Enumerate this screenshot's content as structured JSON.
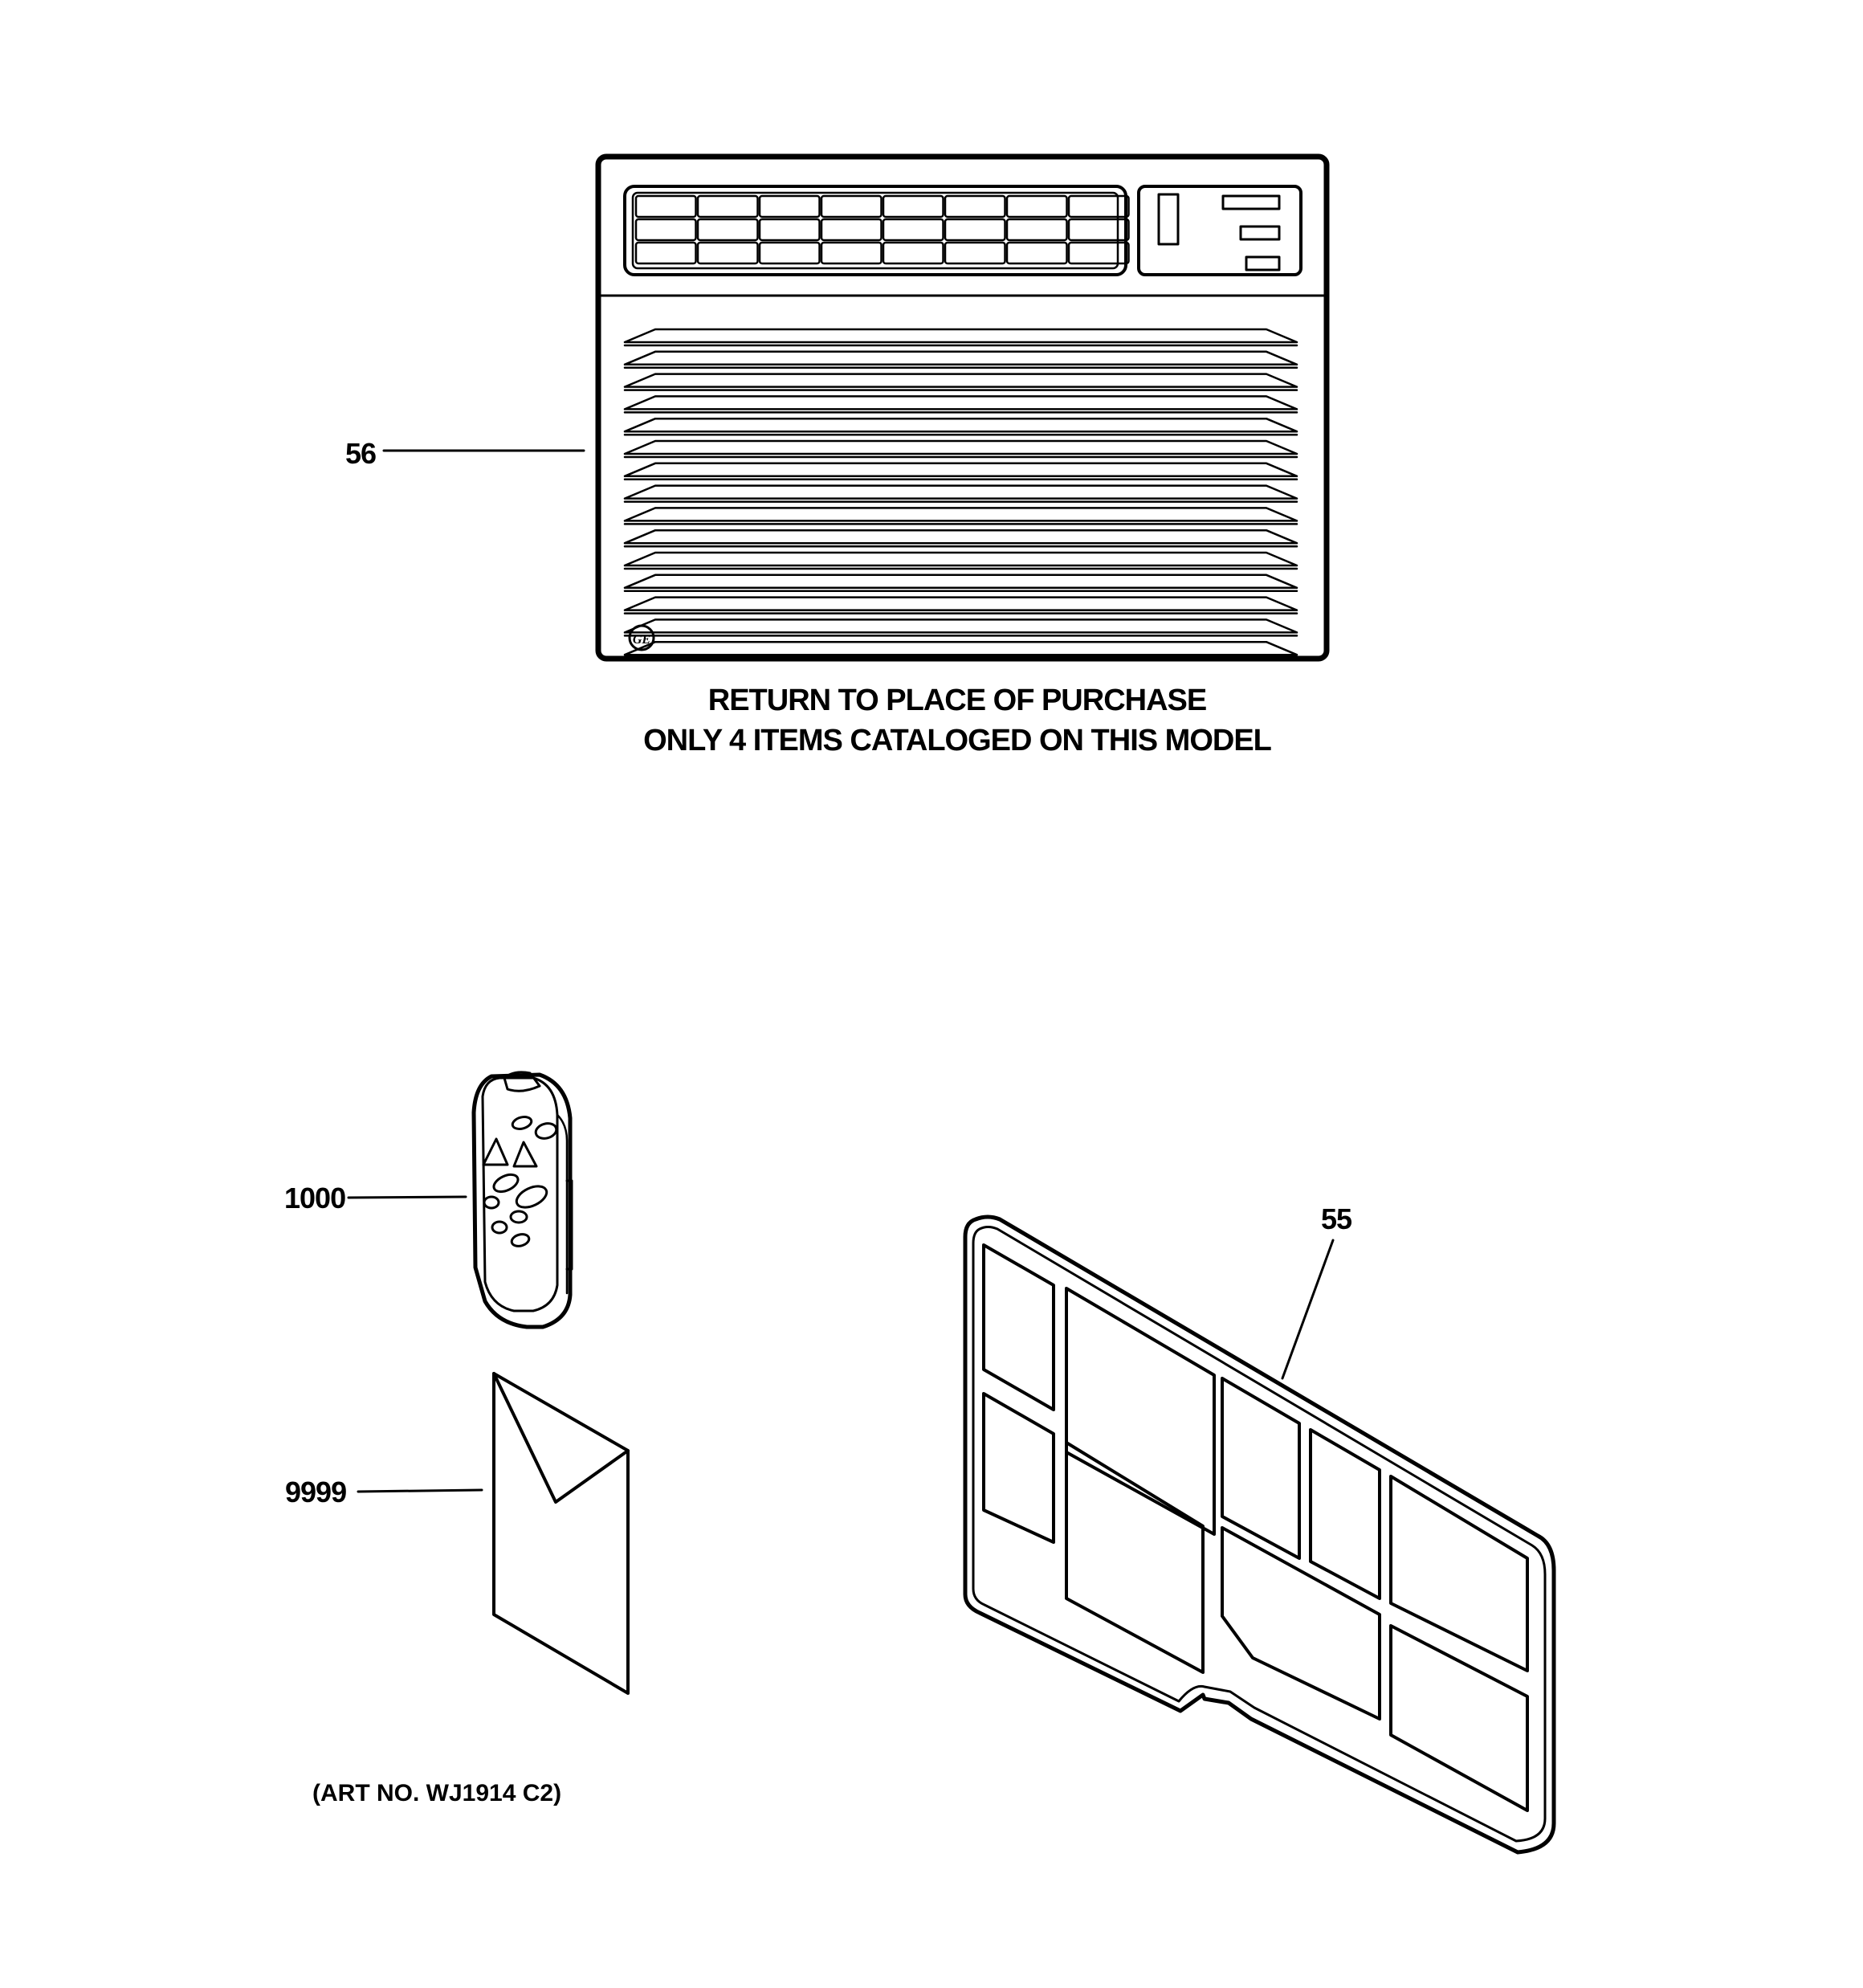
{
  "callouts": {
    "ac_unit": "56",
    "remote": "1000",
    "manual": "9999",
    "filter": "55"
  },
  "caption": {
    "line1": "RETURN TO PLACE OF PURCHASE",
    "line2": "ONLY 4 ITEMS CATALOGED ON THIS MODEL"
  },
  "art_number": "(ART NO. WJ1914 C2)",
  "logo_text": "GE"
}
